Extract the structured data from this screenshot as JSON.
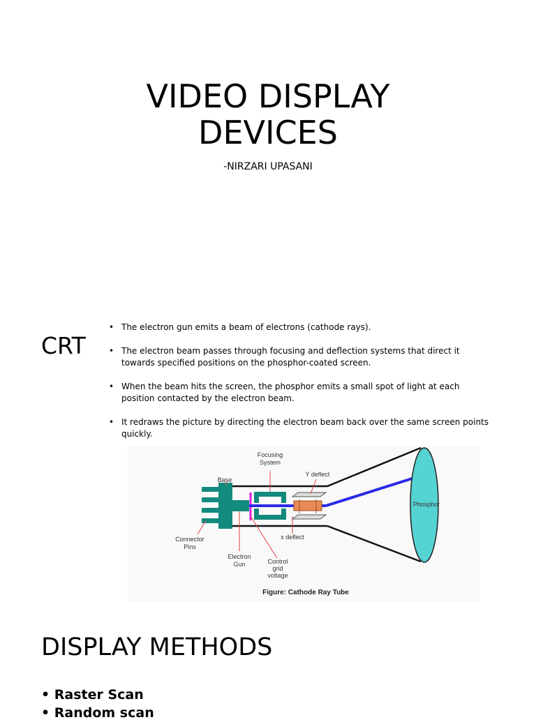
{
  "slide1": {
    "title_line1": "VIDEO DISPLAY",
    "title_line2": "DEVICES",
    "subtitle": "-NIRZARI UPASANI"
  },
  "slide2": {
    "title": "CRT",
    "bullet_marker": "•",
    "bullets": [
      "The electron gun emits a beam of electrons (cathode rays).",
      "The electron beam passes through focusing and deflection systems that direct it towards specified positions on the phosphor-coated screen.",
      "When the beam hits the screen, the phosphor emits a small spot of light at each position contacted by the electron beam.",
      "It redraws the picture by directing the electron beam back over the same screen points quickly."
    ],
    "figure": {
      "caption": "Figure: Cathode Ray Tube",
      "labels": {
        "focusing_line1": "Focusing",
        "focusing_line2": "System",
        "base": "Base",
        "y_deflect": "Y deflect",
        "x_deflect": "x deflect",
        "connector_line1": "Connector",
        "connector_line2": "Pins",
        "electron_line1": "Electron",
        "electron_line2": "Gun",
        "control_line1": "Control",
        "control_line2": "grid",
        "control_line3": "voltage",
        "phosphor": "Phosphor"
      },
      "colors": {
        "teal": "#138a7e",
        "beam": "#2a2ae8",
        "screen": "#56d3d3",
        "grid": "#e020e0",
        "deflect": "#e88a55"
      }
    }
  },
  "slide3": {
    "title": "DISPLAY METHODS",
    "items": [
      "• Raster Scan",
      "• Random scan"
    ]
  }
}
